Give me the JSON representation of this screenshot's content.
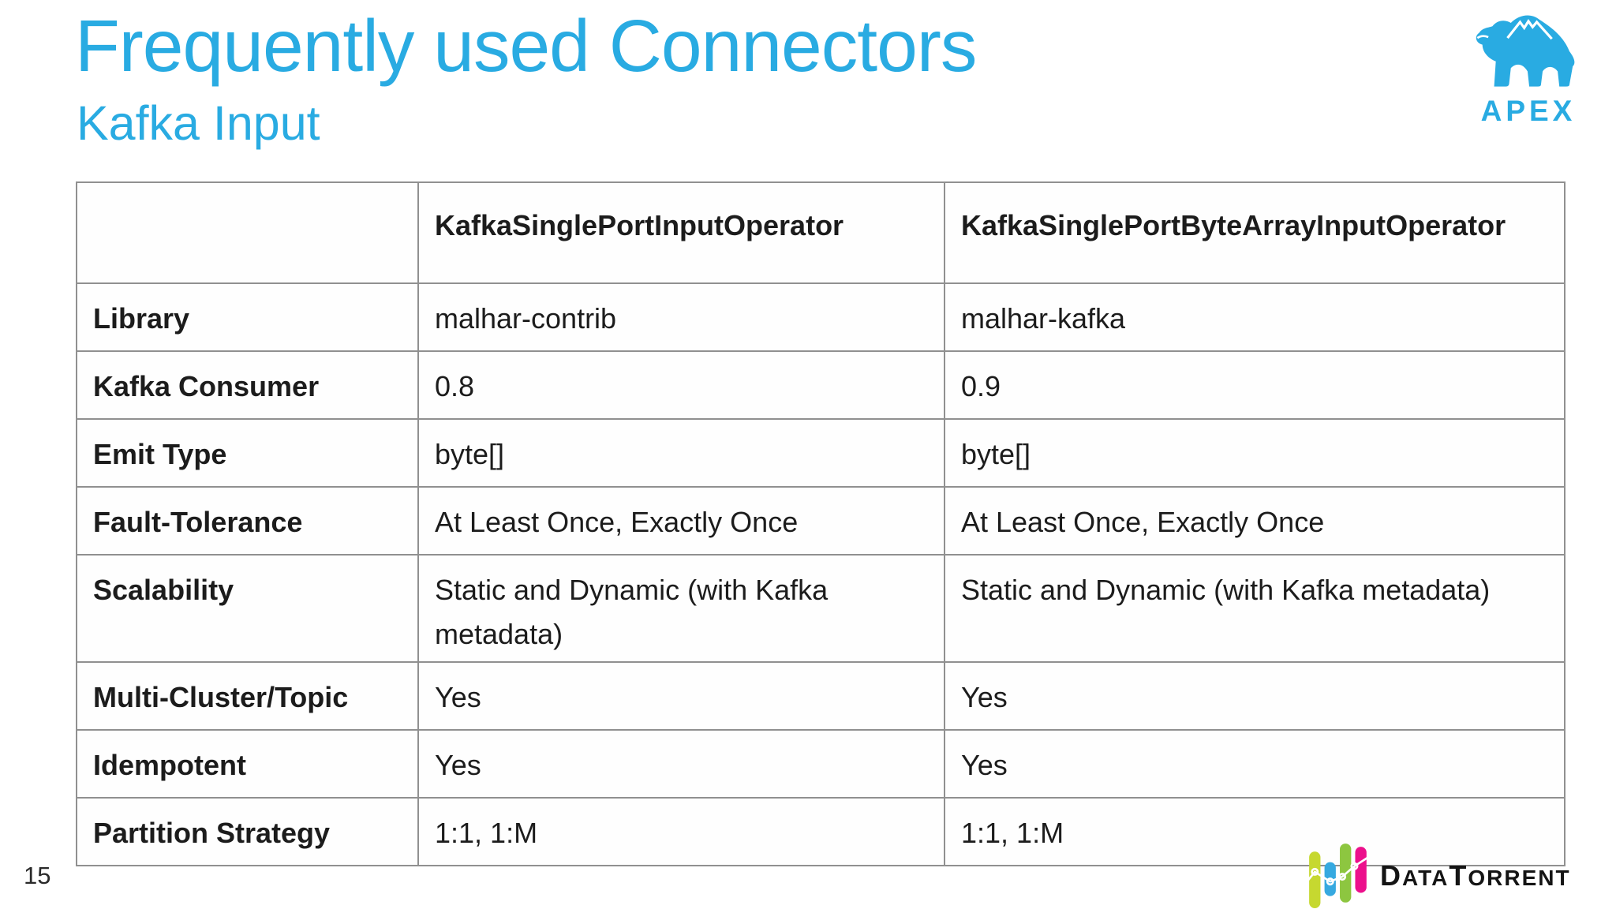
{
  "slide": {
    "title": "Frequently used Connectors",
    "subtitle": "Kafka Input",
    "page_number": "15"
  },
  "colors": {
    "accent_blue": "#29abe2",
    "table_border": "#909090",
    "text": "#1c1c1c",
    "dt_yellow_green": "#c6d830",
    "dt_blue": "#36a9e0",
    "dt_green": "#8dc640",
    "dt_magenta": "#ec108c"
  },
  "logos": {
    "apex": {
      "text": "APEX",
      "icon": "gorilla-mountain-icon"
    },
    "datatorrent": {
      "word_parts": [
        "D",
        "ATA",
        "T",
        "ORRENT"
      ],
      "icon": "colored-bars-sparkline-icon"
    }
  },
  "table": {
    "columns": [
      "",
      "KafkaSinglePortInputOperator",
      "KafkaSinglePortByteArrayInputOperator"
    ],
    "rows": [
      {
        "label": "Library",
        "values": [
          "malhar-contrib",
          "malhar-kafka"
        ]
      },
      {
        "label": "Kafka Consumer",
        "values": [
          "0.8",
          "0.9"
        ]
      },
      {
        "label": "Emit Type",
        "values": [
          "byte[]",
          "byte[]"
        ]
      },
      {
        "label": "Fault-Tolerance",
        "values": [
          "At Least Once, Exactly Once",
          "At Least Once, Exactly Once"
        ]
      },
      {
        "label": "Scalability",
        "values": [
          "Static and Dynamic (with Kafka metadata)",
          "Static and Dynamic (with Kafka metadata)"
        ]
      },
      {
        "label": "Multi-Cluster/Topic",
        "values": [
          "Yes",
          "Yes"
        ]
      },
      {
        "label": "Idempotent",
        "values": [
          "Yes",
          "Yes"
        ]
      },
      {
        "label": "Partition Strategy",
        "values": [
          "1:1, 1:M",
          "1:1, 1:M"
        ]
      }
    ]
  }
}
